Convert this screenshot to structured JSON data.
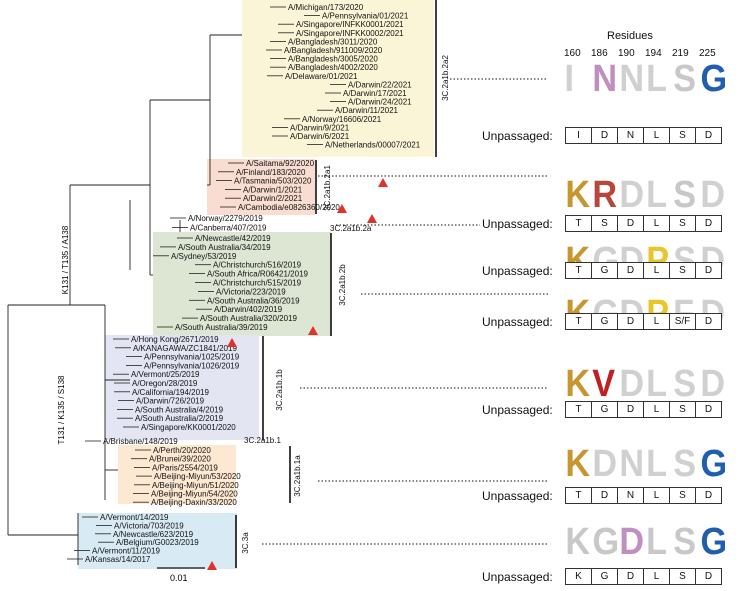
{
  "residues_title": "Residues",
  "positions": [
    "160",
    "186",
    "190",
    "194",
    "219",
    "225"
  ],
  "unpassaged_label": "Unpassaged:",
  "scale_label": "0.01",
  "clades": [
    {
      "name": "3C.2a1b.2a2",
      "color": "#fbf5d7",
      "strains": [
        "A/Michigan/173/2020",
        "A/Pennsylvania/01/2021",
        "A/Singapore/INFKK0001/2021",
        "A/Singapore/INFKK0002/2021",
        "A/Bangladesh/3011/2020",
        "A/Bangladesh/911009/2020",
        "A/Bangladesh/3005/2020",
        "A/Bangladesh/4002/2020",
        "A/Delaware/01/2021",
        "A/Darwin/22/2021",
        "A/Darwin/17/2021",
        "A/Darwin/24/2021",
        "A/Darwin/11/2021",
        "A/Norway/16606/2021",
        "A/Darwin/9/2021",
        "A/Darwin/6/2021",
        "A/Netherlands/00007/2021"
      ],
      "unpassaged": [
        "I",
        "D",
        "N",
        "L",
        "S",
        "D"
      ]
    },
    {
      "name": "3C.2a1b.2a1",
      "color": "#f8ddd0",
      "strains": [
        "A/Saitama/92/2020",
        "A/Finland/183/2020",
        "A/Tasmania/503/2020",
        "A/Darwin/1/2021",
        "A/Darwin/2/2021",
        "A/Cambodia/e0826360/2020"
      ],
      "unpassaged": [
        "T",
        "S",
        "D",
        "L",
        "S",
        "D"
      ]
    },
    {
      "name": "3C.2a1b.2a",
      "color": "#ffffff",
      "strains": [
        "A/Norway/2279/2019",
        "A/Canberra/407/2019"
      ],
      "unpassaged": [
        "T",
        "G",
        "D",
        "L",
        "S",
        "D"
      ]
    },
    {
      "name": "3C.2a1b.2b",
      "color": "#dde5d3",
      "strains": [
        "A/Newcastle/42/2019",
        "A/South Australia/34/2019",
        "A/Sydney/53/2019",
        "A/Christchurch/516/2019",
        "A/South Africa/R06421/2019",
        "A/Christchurch/515/2019",
        "A/Victoria/223/2019",
        "A/South Australia/36/2019",
        "A/Darwin/402/2019",
        "A/South Australia/320/2019",
        "A/South Australia/39/2019"
      ],
      "unpassaged": [
        "T",
        "G",
        "D",
        "L",
        "S/F",
        "D"
      ]
    },
    {
      "name": "3C.2a1b.1b",
      "color": "#e3e5f3",
      "strains": [
        "A/Hong Kong/2671/2019",
        "A/KANAGAWA/ZC1841/2019",
        "A/Pennsylvania/1025/2019",
        "A/Pennsylvania/1026/2019",
        "A/Vermont/25/2019",
        "A/Oregon/28/2019",
        "A/California/194/2019",
        "A/Darwin/726/2019",
        "A/South Australia/4/2019",
        "A/South Australia/2/2019",
        "A/Singapore/KK0001/2020"
      ],
      "unpassaged": [
        "T",
        "G",
        "D",
        "L",
        "S",
        "D"
      ]
    },
    {
      "name": "3C.2a1b.1",
      "color": "#ffffff",
      "strains": [
        "A/Brisbane/148/2019"
      ]
    },
    {
      "name": "3C.2a1b.1a",
      "color": "#fde8d2",
      "strains": [
        "A/Perth/20/2020",
        "A/Brunei/39/2020",
        "A/Paris/2554/2019",
        "A/Beijing-Miyun/53/2020",
        "A/Beijing-Miyun/51/2020",
        "A/Beijing-Miyun/54/2020",
        "A/Beijing-Daxin/33/2020"
      ],
      "unpassaged": [
        "T",
        "D",
        "N",
        "L",
        "S",
        "D"
      ]
    },
    {
      "name": "3C.3a",
      "color": "#d8ebf5",
      "strains": [
        "A/Vermont/14/2019",
        "A/Victoria/703/2019",
        "A/Newcastle/623/2019",
        "A/Belgium/G0023/2019",
        "A/Vermont/11/2019",
        "A/Kansas/14/2017"
      ],
      "unpassaged": [
        "K",
        "G",
        "D",
        "L",
        "S",
        "D"
      ]
    }
  ],
  "mutations": [
    "K131 / T135 / A138",
    "T131 / K135 / S138"
  ],
  "logos": [
    {
      "letters": [
        "I",
        "N",
        "N",
        "L",
        "S",
        "G"
      ],
      "colors": [
        "#d0d0d0",
        "#c08fc0",
        "#d0d0d0",
        "#d0d0d0",
        "#c8c8c8",
        "#1f5fae"
      ]
    },
    {
      "letters": [
        "K",
        "R",
        "D",
        "L",
        "S",
        "D"
      ],
      "colors": [
        "#c7962f",
        "#b8463a",
        "#d0d0d0",
        "#d0d0d0",
        "#c8c8c8",
        "#d0d0d0"
      ]
    },
    {
      "letters": [
        "K",
        "G",
        "D",
        "P",
        "S",
        "D"
      ],
      "colors": [
        "#c7962f",
        "#d0d0d0",
        "#d0d0d0",
        "#e8c52a",
        "#d0d0d0",
        "#d0d0d0"
      ]
    },
    {
      "letters": [
        "K",
        "G",
        "D",
        "P",
        "F",
        "D"
      ],
      "colors": [
        "#c7962f",
        "#d0d0d0",
        "#d0d0d0",
        "#e8c52a",
        "#d0d0d0",
        "#d0d0d0"
      ]
    },
    {
      "letters": [
        "K",
        "V",
        "D",
        "L",
        "S",
        "D"
      ],
      "colors": [
        "#c7962f",
        "#c02020",
        "#d0d0d0",
        "#d0d0d0",
        "#d0d0d0",
        "#d0d0d0"
      ]
    },
    {
      "letters": [
        "K",
        "D",
        "N",
        "L",
        "S",
        "G"
      ],
      "colors": [
        "#c7962f",
        "#d0d0d0",
        "#d0d0d0",
        "#d0d0d0",
        "#d0d0d0",
        "#1f5fae"
      ]
    },
    {
      "letters": [
        "K",
        "G",
        "D",
        "L",
        "S",
        "G"
      ],
      "colors": [
        "#c8c8c8",
        "#c8c8c8",
        "#c08fc0",
        "#c8c8c8",
        "#c8c8c8",
        "#1f5fae"
      ]
    }
  ]
}
